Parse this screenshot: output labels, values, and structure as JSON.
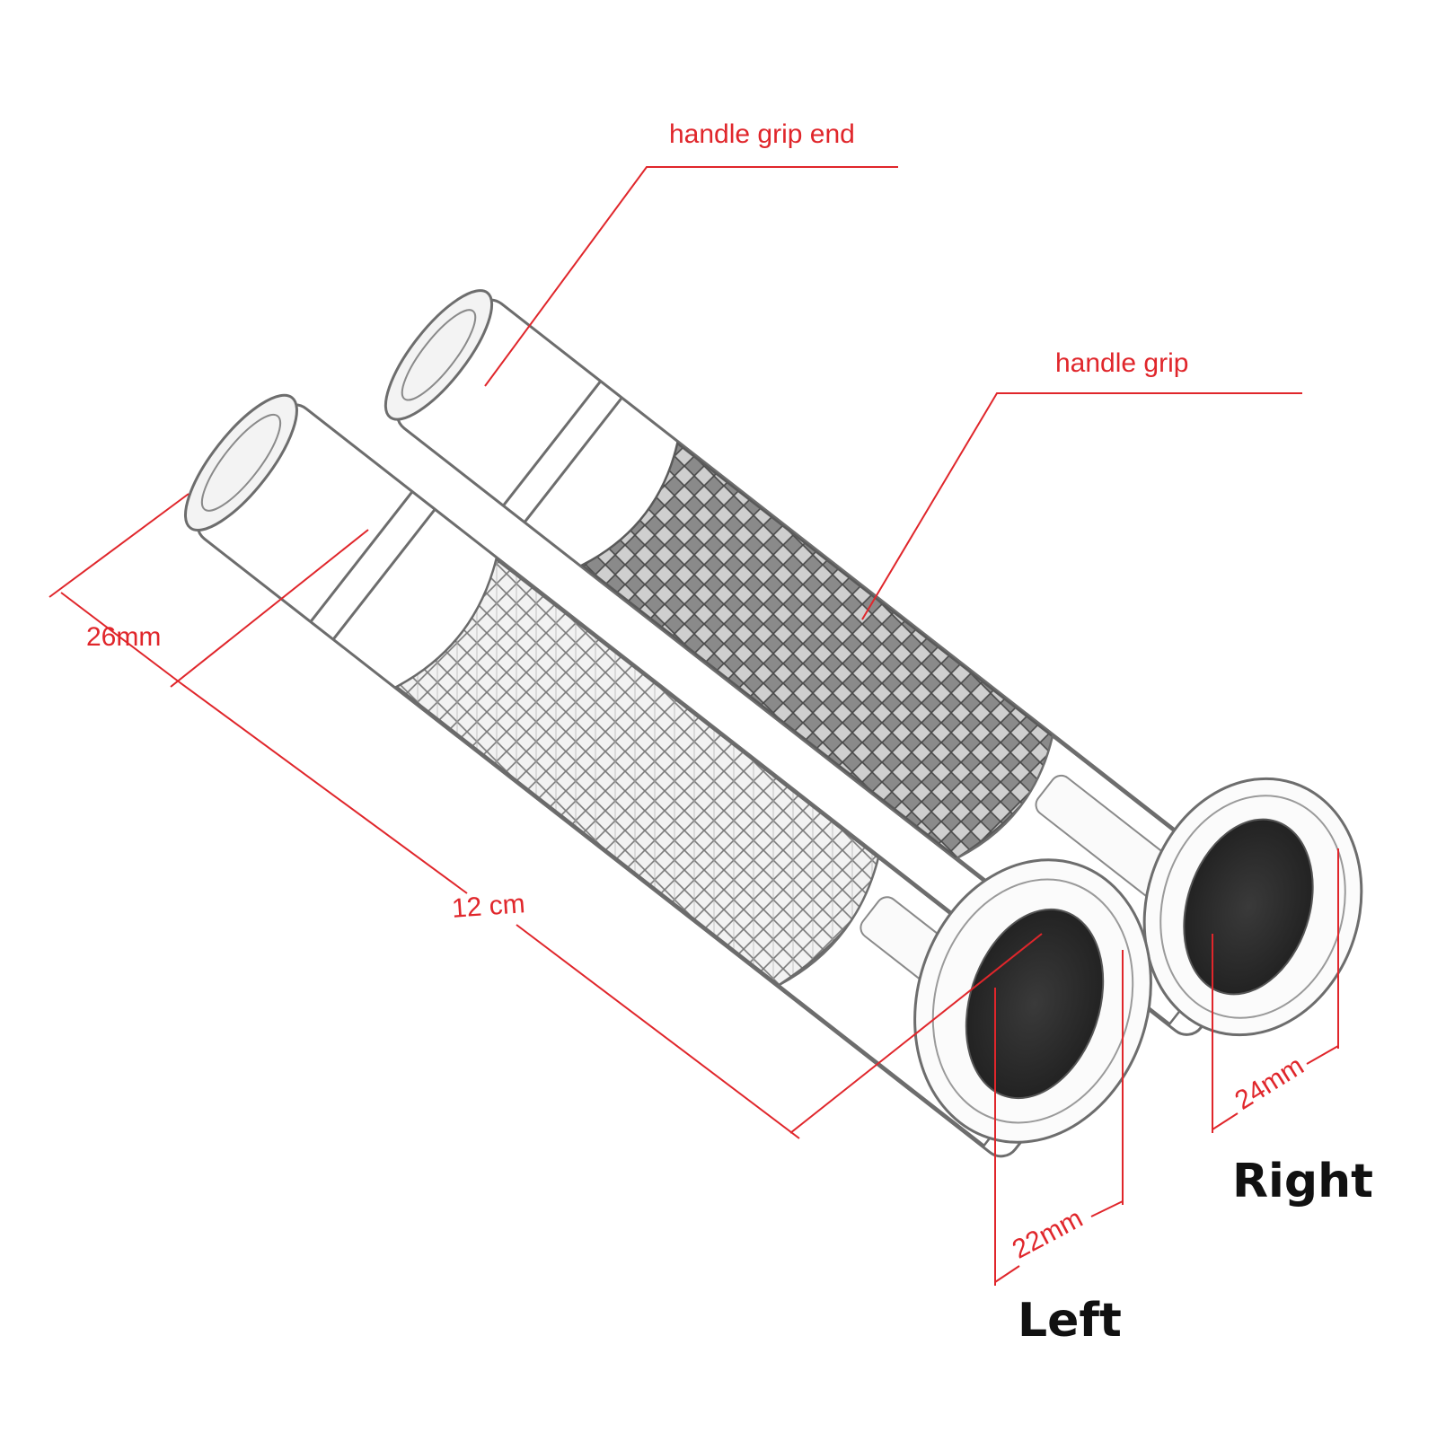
{
  "colors": {
    "annotation": "#e0262b",
    "outline": "#6d6d6d",
    "knurl": "#7a7a7a",
    "bore": "#2b2b2b",
    "side_label": "#111111"
  },
  "annotations": {
    "grip_end": "handle grip end",
    "grip": "handle grip",
    "outer_diameter": "26mm",
    "length": "12 cm",
    "left_inner_diameter": "22mm",
    "right_inner_diameter": "24mm"
  },
  "sides": {
    "left": "Left",
    "right": "Right"
  }
}
